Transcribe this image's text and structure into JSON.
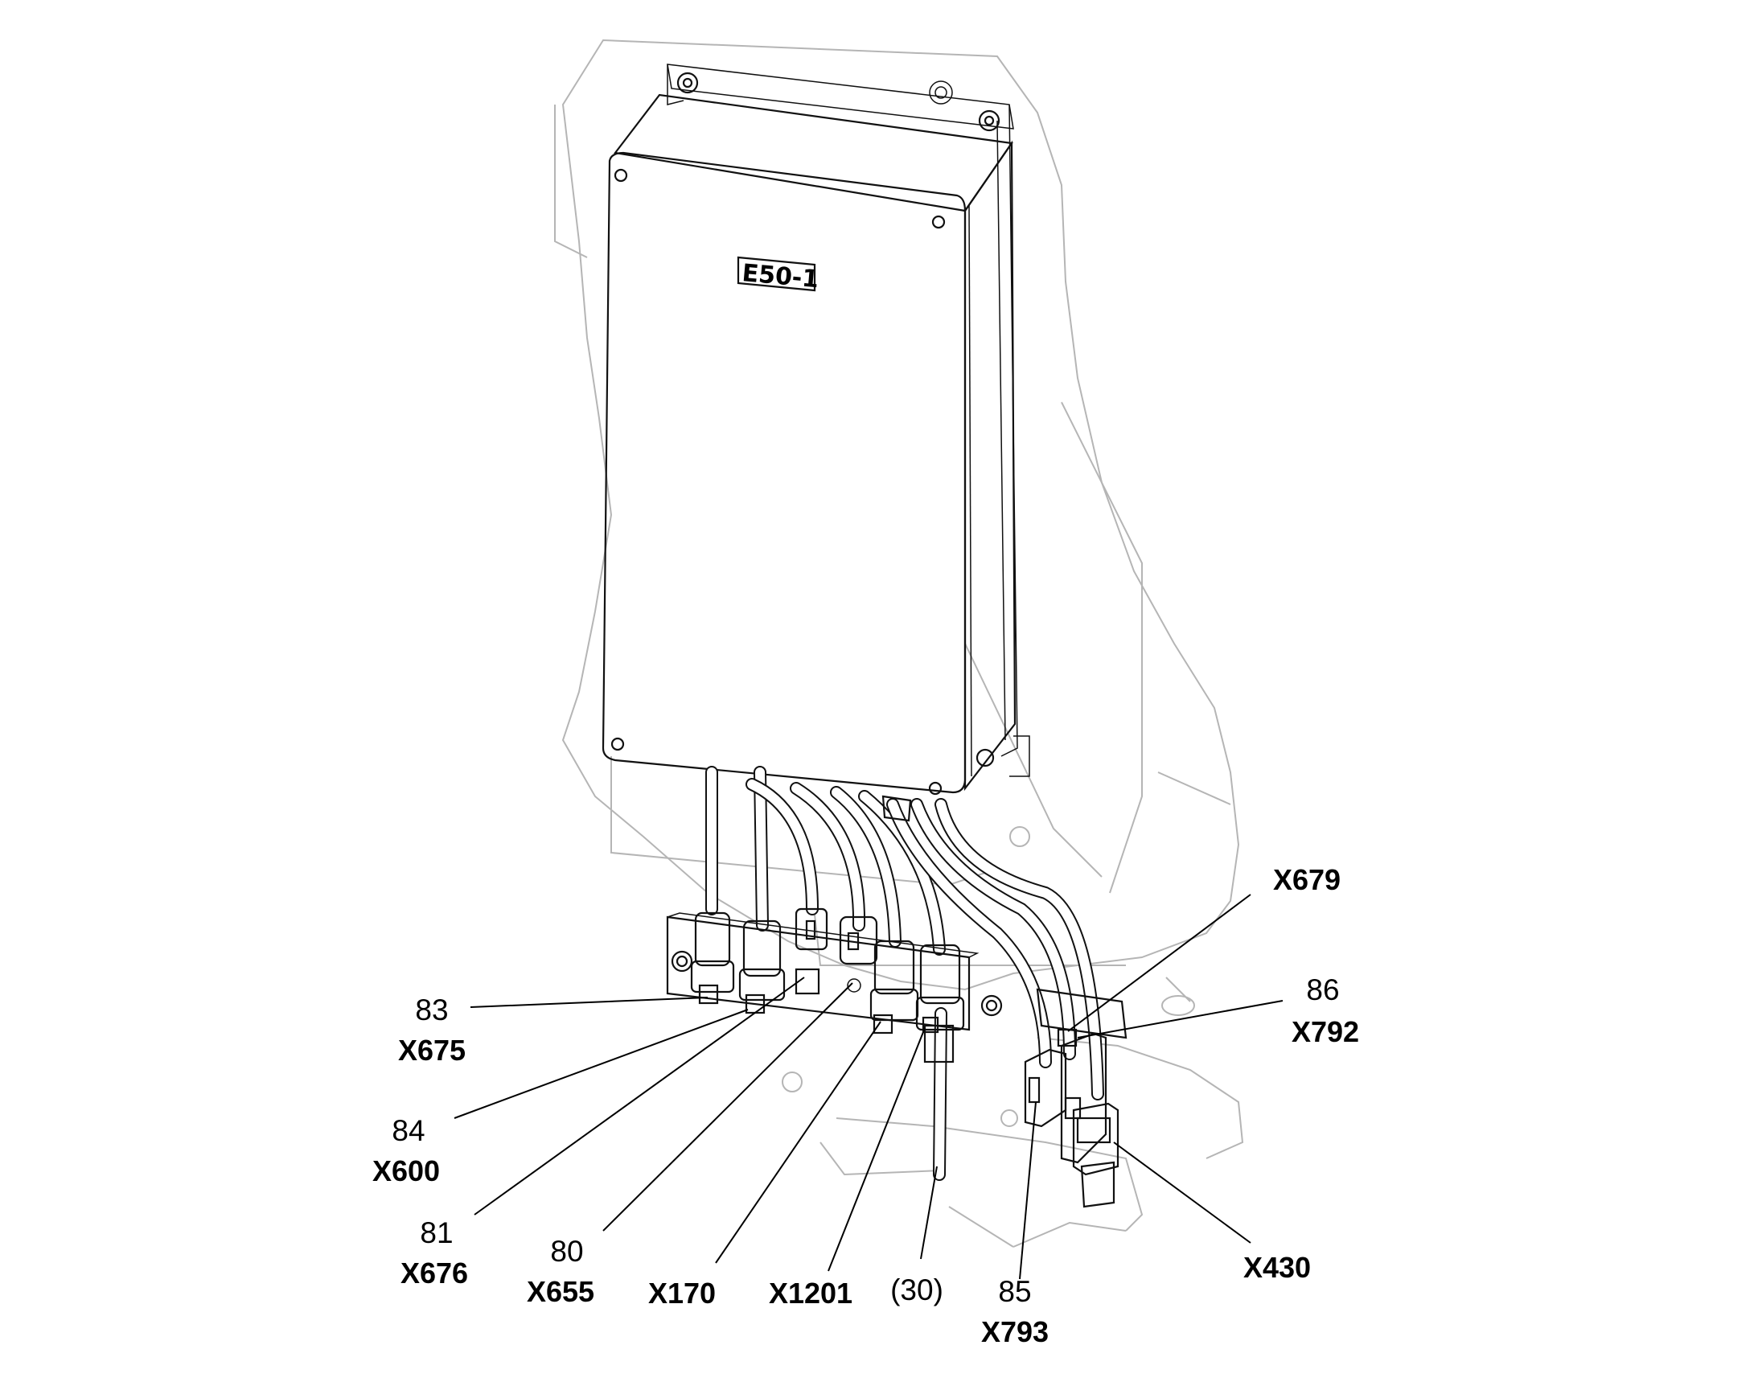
{
  "module_label": "E50-1",
  "callouts": [
    {
      "id": "c83",
      "number": "83",
      "code": "X675"
    },
    {
      "id": "c84",
      "number": "84",
      "code": "X600"
    },
    {
      "id": "c81",
      "number": "81",
      "code": "X676"
    },
    {
      "id": "c80",
      "number": "80",
      "code": "X655"
    },
    {
      "id": "c170",
      "number": "",
      "code": "X170"
    },
    {
      "id": "c1201",
      "number": "",
      "code": "X1201"
    },
    {
      "id": "c30",
      "number": "(30)",
      "code": ""
    },
    {
      "id": "c85",
      "number": "85",
      "code": "X793"
    },
    {
      "id": "c430",
      "number": "",
      "code": "X430"
    },
    {
      "id": "c86",
      "number": "86",
      "code": "X792"
    },
    {
      "id": "c679",
      "number": "",
      "code": "X679"
    }
  ]
}
